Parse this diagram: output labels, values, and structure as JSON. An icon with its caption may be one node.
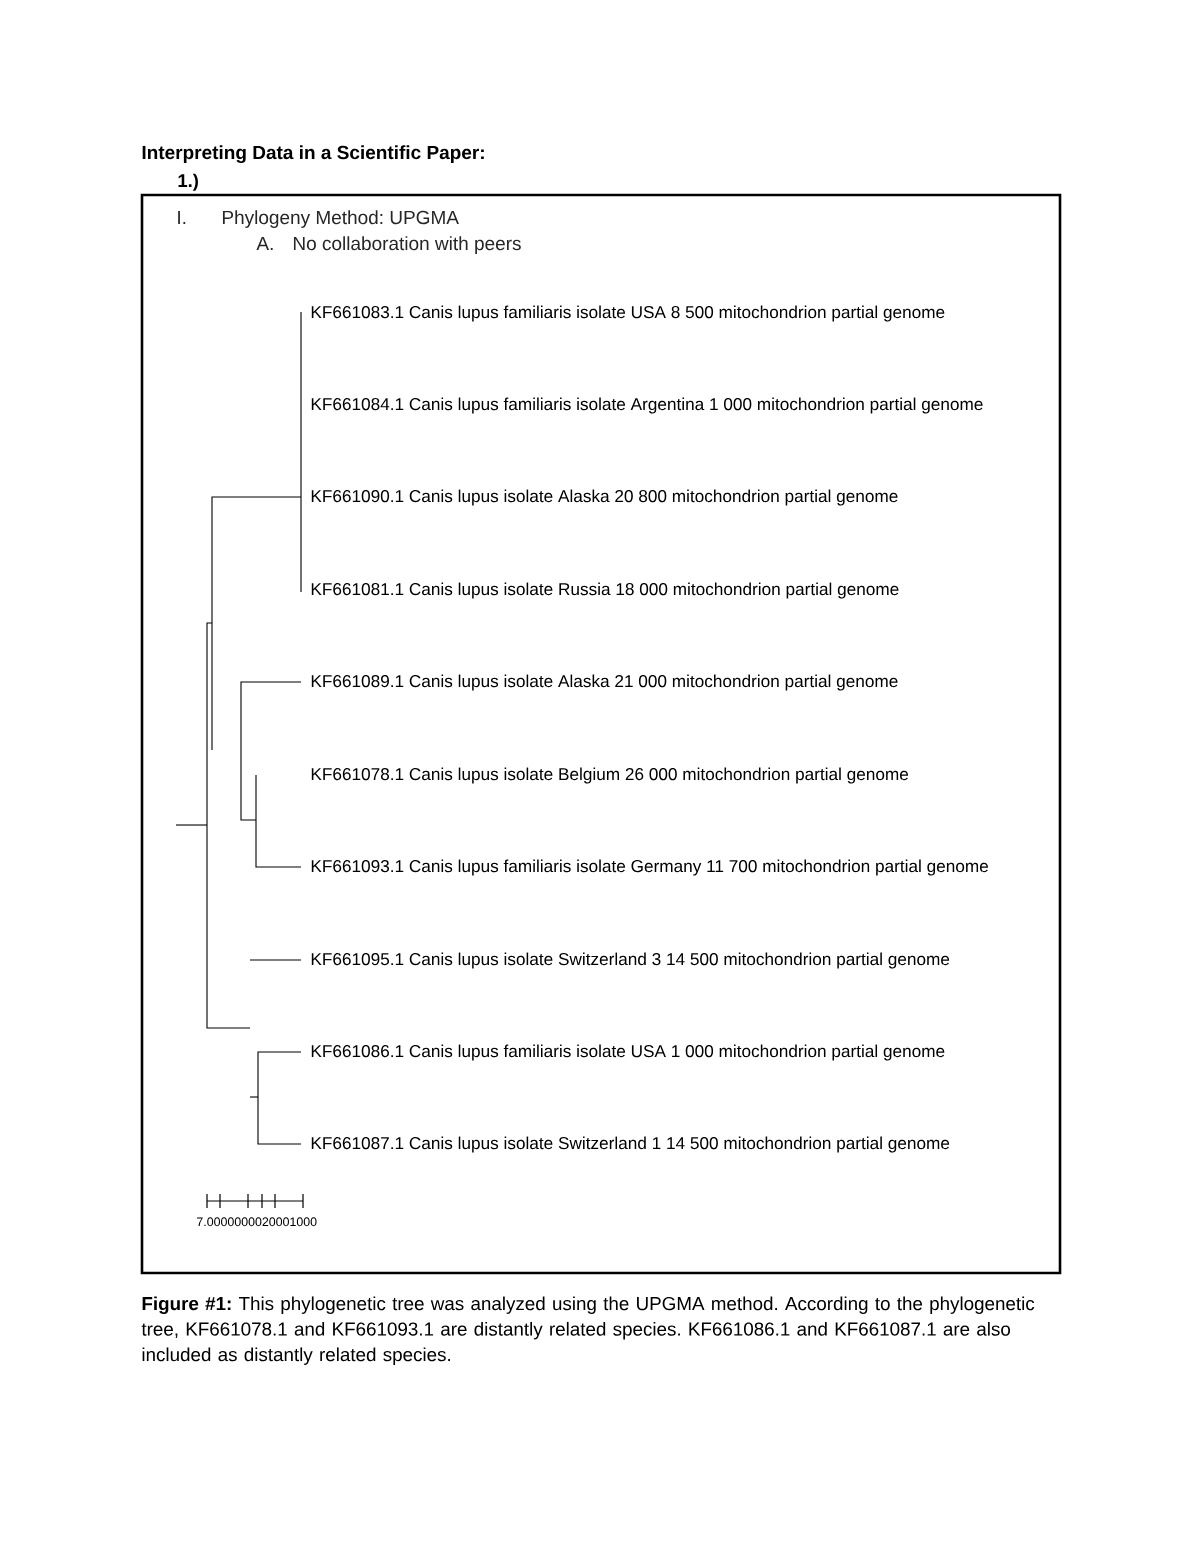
{
  "diagram": {
    "title": "Interpreting Data in a Scientific Paper:",
    "caption": "**Figure #1:** This phylogenetic tree was analyzed using the UPGMA method. According to the phylogenetic tree, KF661078.1 and KF661093.1 are distantly related species. KF661086.1 and KF661087.1 are also included as distantly related species.",
    "nodes": [
      {
        "text": [
          "I.",
          "Phylogeny Method: UPGMA",
          "A.",
          "No collaboration with peers"
        ]
      }
    ],
    "labels": [
      "1.)",
      "KF661083.1 Canis lupus familiaris isolate USA 8 500 mitochondrion partial genome",
      "KF661084.1 Canis lupus familiaris isolate Argentina 1 000 mitochondrion partial genome",
      "KF661090.1 Canis lupus isolate Alaska 20 800 mitochondrion partial genome",
      "KF661081.1 Canis lupus isolate Russia 18 000 mitochondrion partial genome",
      "KF661089.1 Canis lupus isolate Alaska 21 000 mitochondrion partial genome",
      "KF661078.1 Canis lupus isolate Belgium 26 000 mitochondrion partial genome",
      "KF661093.1 Canis lupus familiaris isolate Germany 11 700 mitochondrion partial genome",
      "KF661095.1 Canis lupus isolate Switzerland 3 14 500 mitochondrion partial genome",
      "KF661086.1 Canis lupus familiaris isolate USA 1 000 mitochondrion partial genome",
      "KF661087.1 Canis lupus isolate Switzerland 1 14 500 mitochondrion partial genome",
      "7.0000000020001000"
    ]
  }
}
